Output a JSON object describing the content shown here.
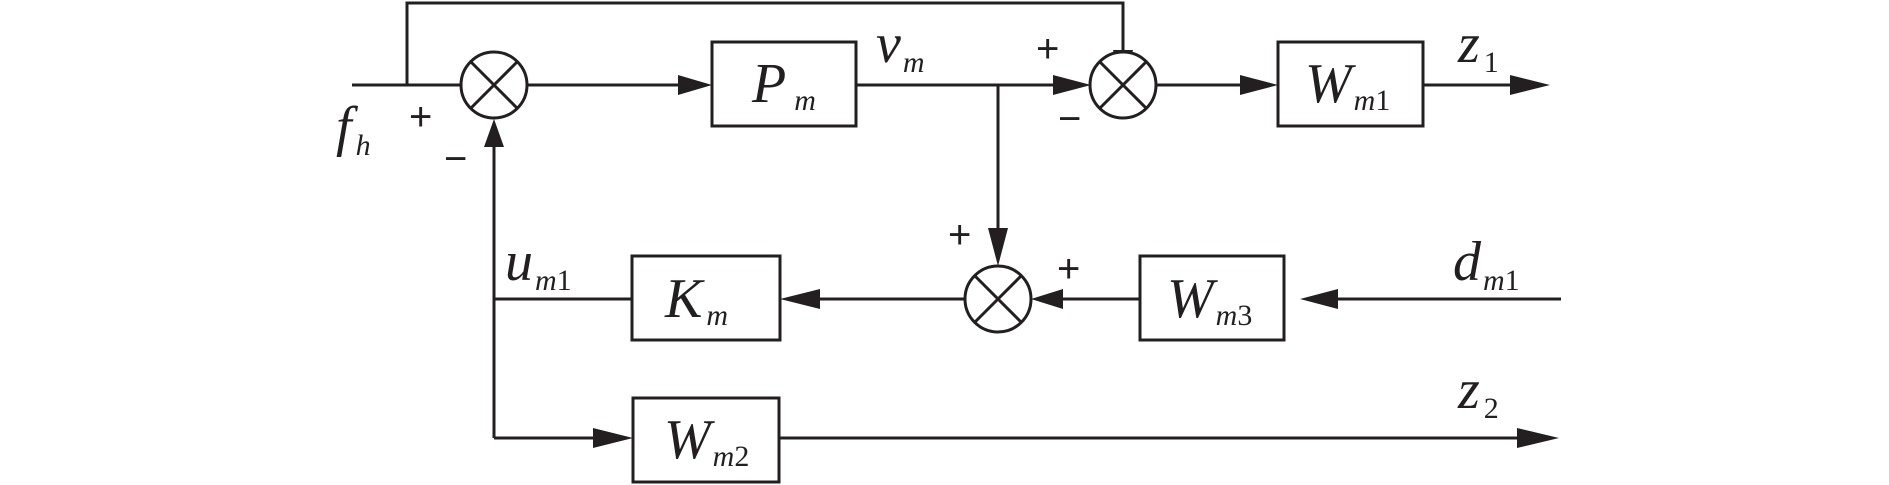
{
  "blocks": {
    "pm": {
      "base": "P",
      "sub_var": "m",
      "sub_num": ""
    },
    "wm1": {
      "base": "W",
      "sub_var": "m",
      "sub_num": "1"
    },
    "km": {
      "base": "K",
      "sub_var": "m",
      "sub_num": ""
    },
    "wm3": {
      "base": "W",
      "sub_var": "m",
      "sub_num": "3"
    },
    "wm2": {
      "base": "W",
      "sub_var": "m",
      "sub_num": "2"
    }
  },
  "signals": {
    "fh": {
      "base": "f",
      "sub_var": "h",
      "sub_num": ""
    },
    "vm": {
      "base": "v",
      "sub_var": "m",
      "sub_num": ""
    },
    "z1": {
      "base": "z",
      "sub_var": "",
      "sub_num": "1"
    },
    "um1": {
      "base": "u",
      "sub_var": "m",
      "sub_num": "1"
    },
    "dm1": {
      "base": "d",
      "sub_var": "m",
      "sub_num": "1"
    },
    "z2": {
      "base": "z",
      "sub_var": "",
      "sub_num": "2"
    }
  },
  "signs": {
    "junction1_input_fh": "+",
    "junction1_input_um1": "−",
    "junction2_input_vm": "+",
    "junction2_input_bottom": "−",
    "junction3_input_vm": "+",
    "junction3_input_wm3": "+"
  }
}
